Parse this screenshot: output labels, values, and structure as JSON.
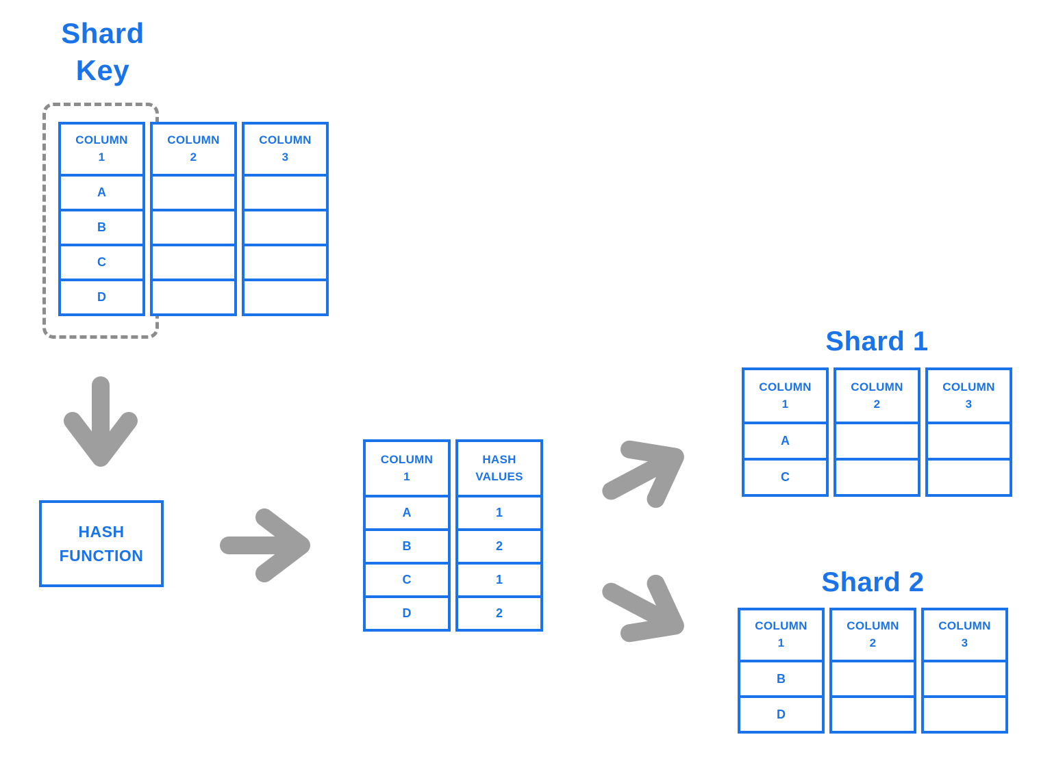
{
  "colors": {
    "blue": "#1a73e8",
    "arrow_gray": "#9e9e9e",
    "dash_gray": "#8c8c8c"
  },
  "shard_key": {
    "title": [
      "Shard",
      "Key"
    ]
  },
  "source_table": {
    "headers": [
      {
        "l1": "COLUMN",
        "l2": "1"
      },
      {
        "l1": "COLUMN",
        "l2": "2"
      },
      {
        "l1": "COLUMN",
        "l2": "3"
      }
    ],
    "rows": [
      [
        "A",
        "",
        ""
      ],
      [
        "B",
        "",
        ""
      ],
      [
        "C",
        "",
        ""
      ],
      [
        "D",
        "",
        ""
      ]
    ]
  },
  "hash_function": {
    "label": [
      "HASH",
      "FUNCTION"
    ]
  },
  "hash_table": {
    "headers": [
      {
        "l1": "COLUMN",
        "l2": "1"
      },
      {
        "l1": "HASH",
        "l2": "VALUES"
      }
    ],
    "rows": [
      [
        "A",
        "1"
      ],
      [
        "B",
        "2"
      ],
      [
        "C",
        "1"
      ],
      [
        "D",
        "2"
      ]
    ]
  },
  "shard1": {
    "title": "Shard 1",
    "headers": [
      {
        "l1": "COLUMN",
        "l2": "1"
      },
      {
        "l1": "COLUMN",
        "l2": "2"
      },
      {
        "l1": "COLUMN",
        "l2": "3"
      }
    ],
    "rows": [
      [
        "A",
        "",
        ""
      ],
      [
        "C",
        "",
        ""
      ]
    ]
  },
  "shard2": {
    "title": "Shard 2",
    "headers": [
      {
        "l1": "COLUMN",
        "l2": "1"
      },
      {
        "l1": "COLUMN",
        "l2": "2"
      },
      {
        "l1": "COLUMN",
        "l2": "3"
      }
    ],
    "rows": [
      [
        "B",
        "",
        ""
      ],
      [
        "D",
        "",
        ""
      ]
    ]
  }
}
